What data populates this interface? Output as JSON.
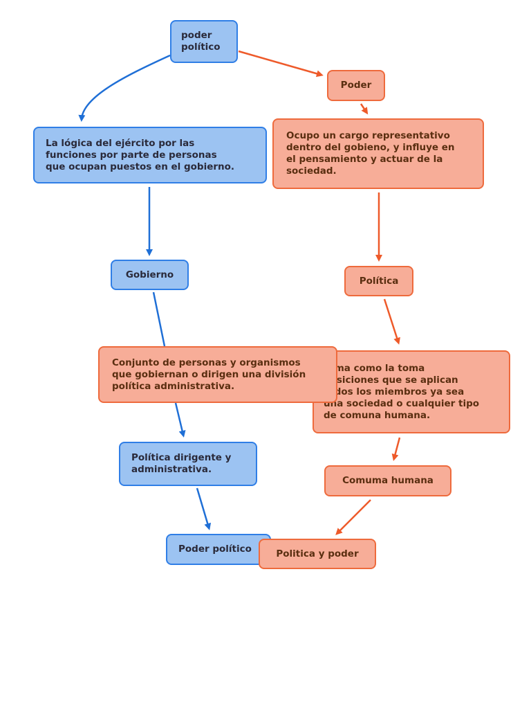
{
  "colors": {
    "blue_fill": "#9cc3f2",
    "blue_border": "#2f7ee6",
    "orange_fill": "#f7ad98",
    "orange_border": "#ee6a3c"
  },
  "nodes": {
    "poder_politico_top": "poder\npolítico",
    "poder": "Poder",
    "logica": "La lógica del ejército por las\nfunciones por parte de personas\nque ocupan puestos en el gobierno.",
    "ocupo": "Ocupo un cargo representativo\ndentro del gobieno, y influye en\nel pensamiento y actuar de la\nsociedad.",
    "gobierno": "Gobierno",
    "politica_tilde": "Política",
    "toma": "toma como la toma\ndesiciones que se aplican\ntodos los miembros ya sea\nuna sociedad o cualquier tipo\nde comuna humana.",
    "conjunto": "Conjunto de personas y organismos\nque gobiernan o dirigen una división\npolítica administrativa.",
    "politica_dirigente": "Política dirigente y\nadministrativa.",
    "comuma": "Comuma humana",
    "poder_politico_bottom": "Poder político",
    "politica_y_poder": "Politica y poder"
  }
}
